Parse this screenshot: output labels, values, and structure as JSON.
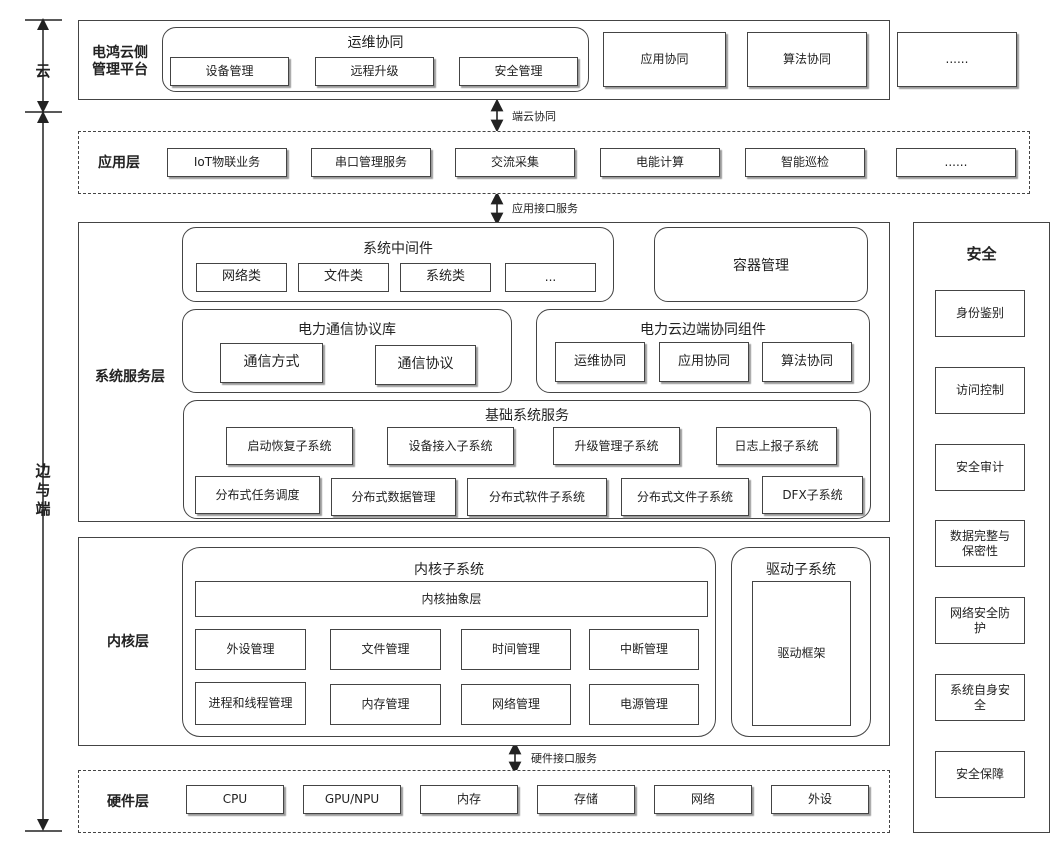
{
  "axis": {
    "cloud": "云",
    "edge": "边\n与\n端"
  },
  "cloud": {
    "platform": "电鸿云侧\n管理平台",
    "ops_title": "运维协同",
    "ops_items": [
      "设备管理",
      "远程升级",
      "安全管理"
    ],
    "others": [
      "应用协同",
      "算法协同",
      "......"
    ]
  },
  "connectors": {
    "edge_cloud": "端云协同",
    "app_if": "应用接口服务",
    "hw_if": "硬件接口服务"
  },
  "app_layer": {
    "label": "应用层",
    "items": [
      "IoT物联业务",
      "串口管理服务",
      "交流采集",
      "电能计算",
      "智能巡检",
      "......"
    ]
  },
  "service_layer": {
    "label": "系统服务层",
    "middleware": {
      "title": "系统中间件",
      "items": [
        "网络类",
        "文件类",
        "系统类",
        "..."
      ]
    },
    "container": "容器管理",
    "protocol": {
      "title": "电力通信协议库",
      "items": [
        "通信方式",
        "通信协议"
      ]
    },
    "collab": {
      "title": "电力云边端协同组件",
      "items": [
        "运维协同",
        "应用协同",
        "算法协同"
      ]
    },
    "basic": {
      "title": "基础系统服务",
      "row1": [
        "启动恢复子系统",
        "设备接入子系统",
        "升级管理子系统",
        "日志上报子系统"
      ],
      "row2": [
        "分布式任务调度",
        "分布式数据管理",
        "分布式软件子系统",
        "分布式文件子系统",
        "DFX子系统"
      ]
    }
  },
  "kernel_layer": {
    "label": "内核层",
    "kernel": {
      "title": "内核子系统",
      "abstraction": "内核抽象层",
      "row1": [
        "外设管理",
        "文件管理",
        "时间管理",
        "中断管理"
      ],
      "row2": [
        "进程和线程管理",
        "内存管理",
        "网络管理",
        "电源管理"
      ]
    },
    "driver": {
      "title": "驱动子系统",
      "framework": "驱动框架"
    }
  },
  "hardware_layer": {
    "label": "硬件层",
    "items": [
      "CPU",
      "GPU/NPU",
      "内存",
      "存储",
      "网络",
      "外设"
    ]
  },
  "security": {
    "title": "安全",
    "items": [
      "身份鉴别",
      "访问控制",
      "安全审计",
      "数据完整与\n保密性",
      "网络安全防\n护",
      "系统自身安\n全",
      "安全保障"
    ]
  }
}
